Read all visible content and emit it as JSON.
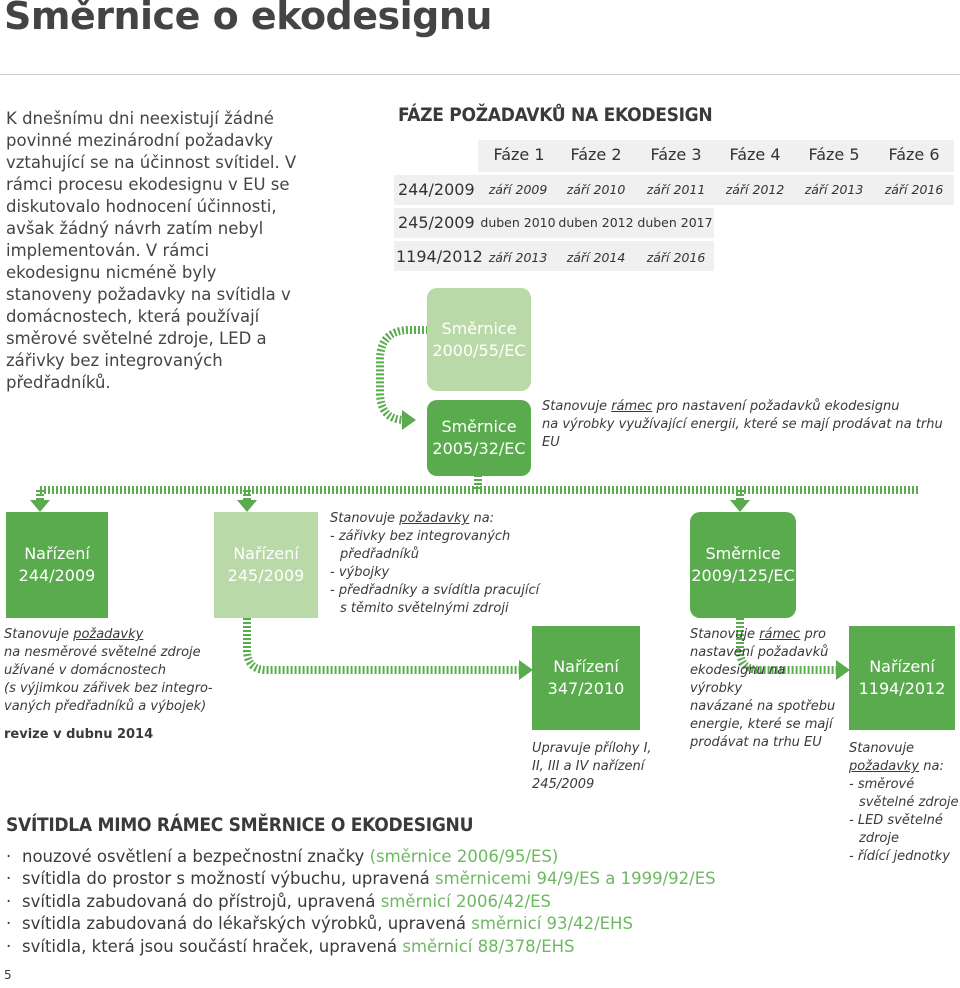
{
  "title": "Směrnice o ekodesignu",
  "intro": "K dnešnímu dni neexistují žádné povinné mezinárodní požadavky vztahující se na účinnost svítidel. V rámci procesu ekodesignu v EU se diskutovalo hodnocení účinnosti, avšak žádný návrh zatím nebyl implementován. V rámci ekodesignu nicméně byly stanoveny požadavky na svítidla v domácnostech, která používají směrové světelné zdroje, LED a zářivky bez integrovaných předřadníků.",
  "phases": {
    "heading": "FÁZE POŽADAVKŮ NA EKODESIGN",
    "headers": [
      "Fáze 1",
      "Fáze 2",
      "Fáze 3",
      "Fáze 4",
      "Fáze 5",
      "Fáze 6"
    ],
    "rows": [
      {
        "label": "244/2009",
        "dates": [
          "září 2009",
          "září 2010",
          "září 2011",
          "září 2012",
          "září 2013",
          "září 2016"
        ]
      },
      {
        "label": "245/2009",
        "dates": [
          "duben 2010",
          "duben 2012",
          "duben 2017"
        ]
      },
      {
        "label": "1194/2012",
        "dates": [
          "září 2013",
          "září 2014",
          "září 2016"
        ]
      }
    ]
  },
  "boxes": {
    "d2000": {
      "l1": "Směrnice",
      "l2": "2000/55/EC"
    },
    "d2005": {
      "l1": "Směrnice",
      "l2": "2005/32/EC"
    },
    "n244": {
      "l1": "Nařízení",
      "l2": "244/2009"
    },
    "n245": {
      "l1": "Nařízení",
      "l2": "245/2009"
    },
    "d2009": {
      "l1": "Směrnice",
      "l2": "2009/125/EC"
    },
    "n347": {
      "l1": "Nařízení",
      "l2": "347/2010"
    },
    "n1194": {
      "l1": "Nařízení",
      "l2": "1194/2012"
    }
  },
  "notes": {
    "d2005_a": "Stanovuje ",
    "d2005_u": "rámec",
    "d2005_b": " pro nastavení požadavků ekodesignu",
    "d2005_c": "na výrobky využívající energii, které se mají prodávat na trhu EU",
    "n245_a": "Stanovuje ",
    "n245_u": "požadavky",
    "n245_b": " na:",
    "n245_l1": "- zářivky bez integrovaných",
    "n245_l2": "předřadníků",
    "n245_l3": "- výbojky",
    "n245_l4": "- předřadníky a svídítla pracující",
    "n245_l5": "s těmito světelnými zdroji",
    "n244_a": "Stanovuje ",
    "n244_u": "požadavky",
    "n244_l1": "na nesměrové světelné zdroje",
    "n244_l2": "užívané v domácnostech",
    "n244_l3": "(s výjimkou zářivek bez integro-",
    "n244_l4": "vaných předřadníků a výbojek)",
    "n244_rev": "revize v dubnu 2014",
    "n347_l1": "Upravuje přílohy I,",
    "n347_l2": "II, III a IV nařízení",
    "n347_l3": "245/2009",
    "d2009_a": "Stanovuje ",
    "d2009_u": "rámec",
    "d2009_b": " pro",
    "d2009_l1": "nastavení požadavků",
    "d2009_l2": "ekodesignu na výrobky",
    "d2009_l3": "navázané na spotřebu",
    "d2009_l4": "energie, které se mají",
    "d2009_l5": "prodávat na trhu EU",
    "n1194_l0": "Stanovuje",
    "n1194_u": "požadavky",
    "n1194_b": " na:",
    "n1194_l1": "- směrové",
    "n1194_l2": "světelné zdroje",
    "n1194_l3": "- LED světelné",
    "n1194_l4": "zdroje",
    "n1194_l5": "- řídící jednotky"
  },
  "outside": {
    "heading": "SVÍTIDLA MIMO RÁMEC SMĚRNICE O EKODESIGNU",
    "items": [
      {
        "text": "nouzové osvětlení a bezpečnostní značky ",
        "green": "(směrnice 2006/95/ES)"
      },
      {
        "text": "svítidla do prostor s možností výbuchu, upravená ",
        "green": "směrnicemi 94/9/ES a 1999/92/ES"
      },
      {
        "text": "svítidla zabudovaná do přístrojů, upravená ",
        "green": "směrnicí 2006/42/ES"
      },
      {
        "text": "svítidla zabudovaná do lékařských výrobků, upravená ",
        "green": "směrnicí 93/42/EHS"
      },
      {
        "text": "svítidla, která jsou součástí hraček, upravená ",
        "green": "směrnicí 88/378/EHS"
      }
    ]
  },
  "page_number": "5",
  "colors": {
    "dark_green": "#5aab4e",
    "light_green": "#b9d9a9",
    "text_green": "#6fb863",
    "table_bg": "#f0f0f0"
  }
}
